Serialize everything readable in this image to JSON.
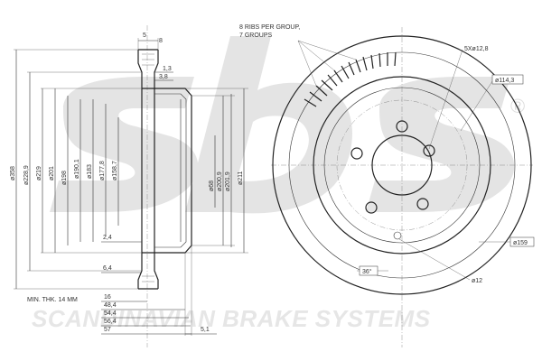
{
  "watermark": {
    "brand": "sbs",
    "registered": "®",
    "company": "SCANDINAVIAN BRAKE SYSTEMS"
  },
  "side_view": {
    "top_dims": [
      "5",
      "8"
    ],
    "hat_dims": [
      "1,3",
      "3,8"
    ],
    "left_diameters": [
      "ø358",
      "ø228,9",
      "ø219",
      "ø201",
      "ø198",
      "ø190,1",
      "ø183",
      "ø177,8",
      "ø158,7"
    ],
    "right_diameters": [
      "ø68",
      "ø200,9",
      "ø201,9",
      "ø211"
    ],
    "inner_dims": [
      "2,4",
      "6,4"
    ],
    "min_thickness": "MIN. THK. 14 MM",
    "bottom_dims": [
      "16",
      "48,4",
      "54,4",
      "56,4",
      "57"
    ],
    "offset_dim": "5,1"
  },
  "front_view": {
    "ribs_note_line1": "8 RIBS PER GROUP,",
    "ribs_note_line2": "7 GROUPS",
    "bolt_holes": "5Xø12,8",
    "pcd": "ø114,3",
    "outer": "ø159",
    "angle": "36°",
    "small_hole": "ø12"
  }
}
